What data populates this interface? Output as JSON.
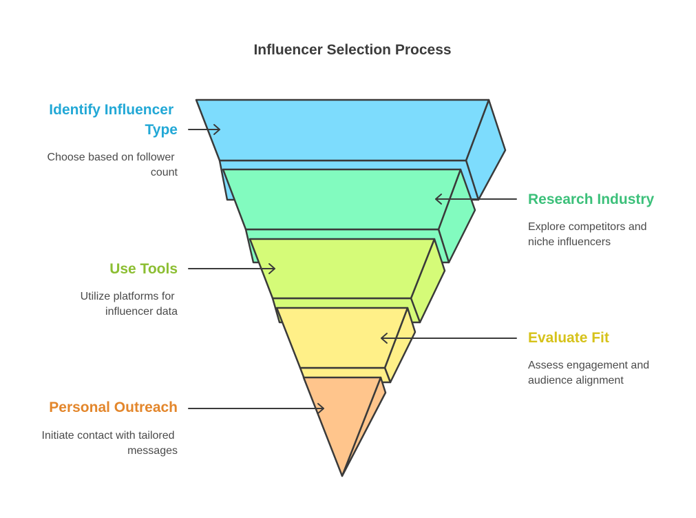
{
  "title": "Influencer Selection Process",
  "steps": [
    {
      "title_lines": [
        "Identify Influencer",
        "Type"
      ],
      "desc_lines": [
        "Choose based on follower",
        "count"
      ],
      "color": "#7ddcfd",
      "text_color": "#22a8d6"
    },
    {
      "title_lines": [
        "Research Industry"
      ],
      "desc_lines": [
        "Explore competitors and",
        "niche influencers"
      ],
      "color": "#82fbbf",
      "text_color": "#3cc07a"
    },
    {
      "title_lines": [
        "Use Tools"
      ],
      "desc_lines": [
        "Utilize platforms for",
        "influencer data"
      ],
      "color": "#d5fb78",
      "text_color": "#8cbe32"
    },
    {
      "title_lines": [
        "Evaluate Fit"
      ],
      "desc_lines": [
        "Assess engagement and",
        "audience alignment"
      ],
      "color": "#fff088",
      "text_color": "#d6c21a"
    },
    {
      "title_lines": [
        "Personal Outreach"
      ],
      "desc_lines": [
        "Initiate contact with tailored",
        "messages"
      ],
      "color": "#ffc58c",
      "text_color": "#e3862b"
    }
  ]
}
